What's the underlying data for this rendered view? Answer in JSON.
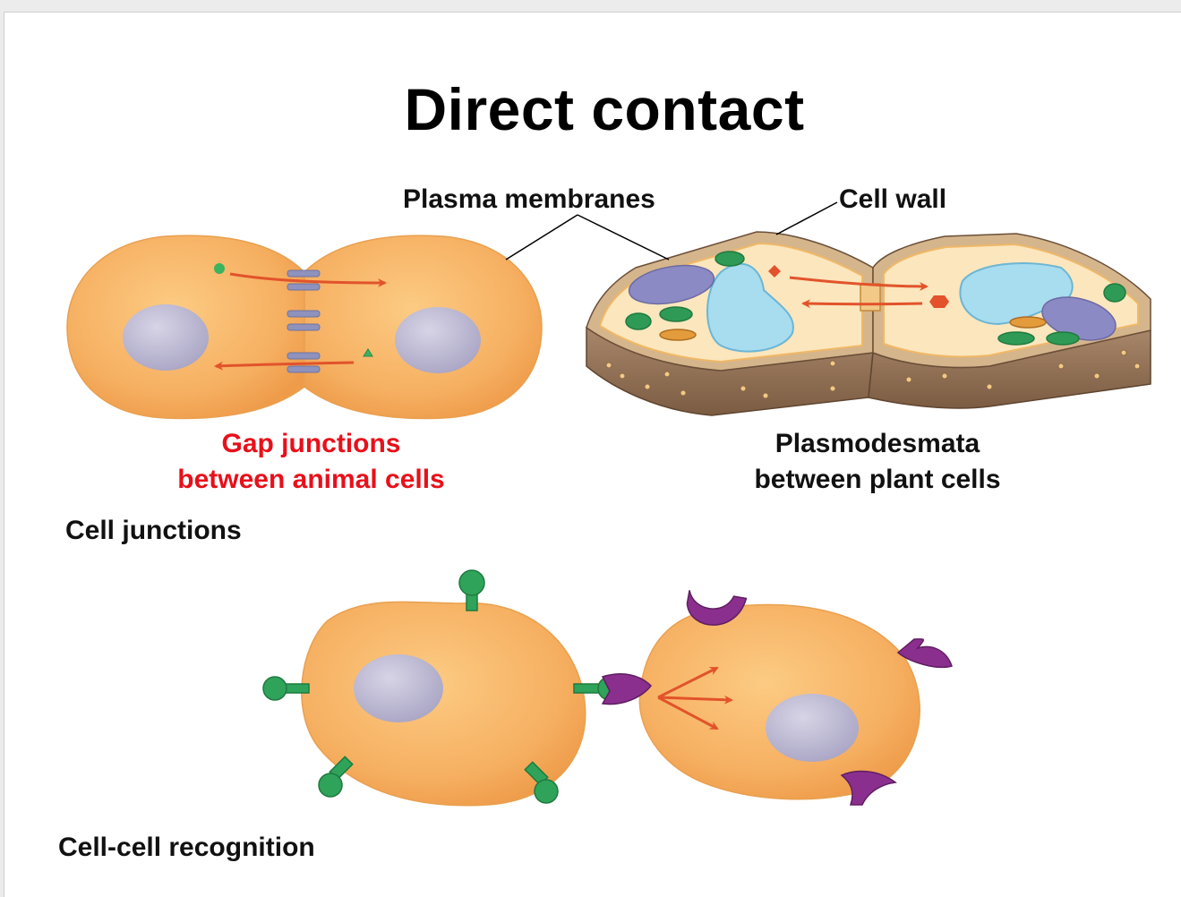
{
  "title": "Direct contact",
  "labels": {
    "plasma_membranes": "Plasma membranes",
    "cell_wall": "Cell wall",
    "gap_junctions_line1": "Gap junctions",
    "gap_junctions_line2": "between animal cells",
    "plasmodesmata_line1": "Plasmodesmata",
    "plasmodesmata_line2": "between plant cells",
    "cell_junctions": "Cell junctions",
    "cell_cell_recognition": "Cell-cell recognition"
  },
  "colors": {
    "cell_fill": "#f7b466",
    "cell_edge": "#e9a04f",
    "nucleus": "#b5b2cc",
    "arrow": "#e2532b",
    "gap_junction_label": "#e8101a",
    "junction_protein": "#8e92bd",
    "receptor": "#8b2f8e",
    "ligand": "#2fa35a",
    "cell_wall": "#8a6a4e",
    "vacuole": "#a8dcef",
    "chloroplast": "#2f9a55"
  }
}
